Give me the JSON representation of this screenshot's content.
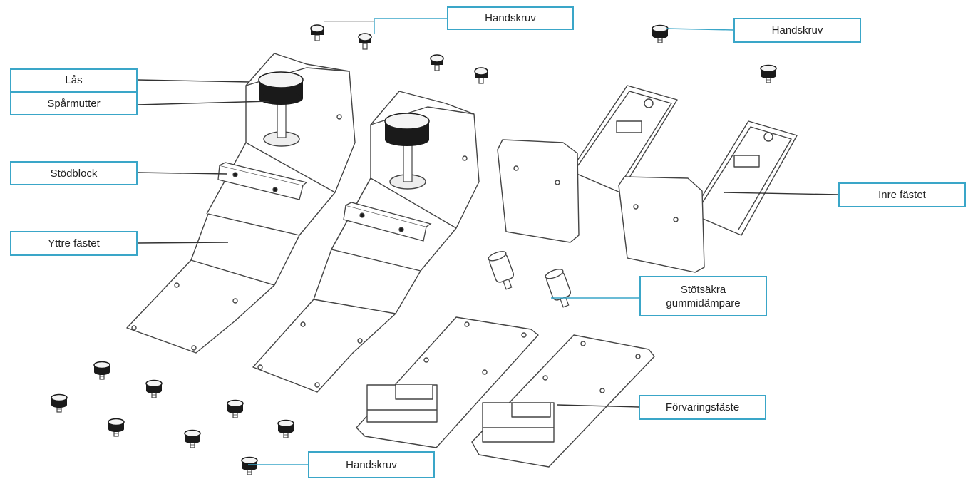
{
  "colors": {
    "callout_border": "#3aa6c8",
    "leader": "#3aa6c8",
    "outline": "#444444",
    "screw": "#1a1a1a"
  },
  "labels": {
    "handskruv_top": "Handskruv",
    "handskruv_right": "Handskruv",
    "las": "Lås",
    "sparmutter": "Spårmutter",
    "stodblock": "Stödblock",
    "yttre_fastet": "Yttre fästet",
    "inre_fastet": "Inre fästet",
    "stotsakra_line1": "Stötsäkra",
    "stotsakra_line2": "gummidämpare",
    "forvaringsfaste": "Förvaringsfäste",
    "handskruv_bottom": "Handskruv"
  }
}
